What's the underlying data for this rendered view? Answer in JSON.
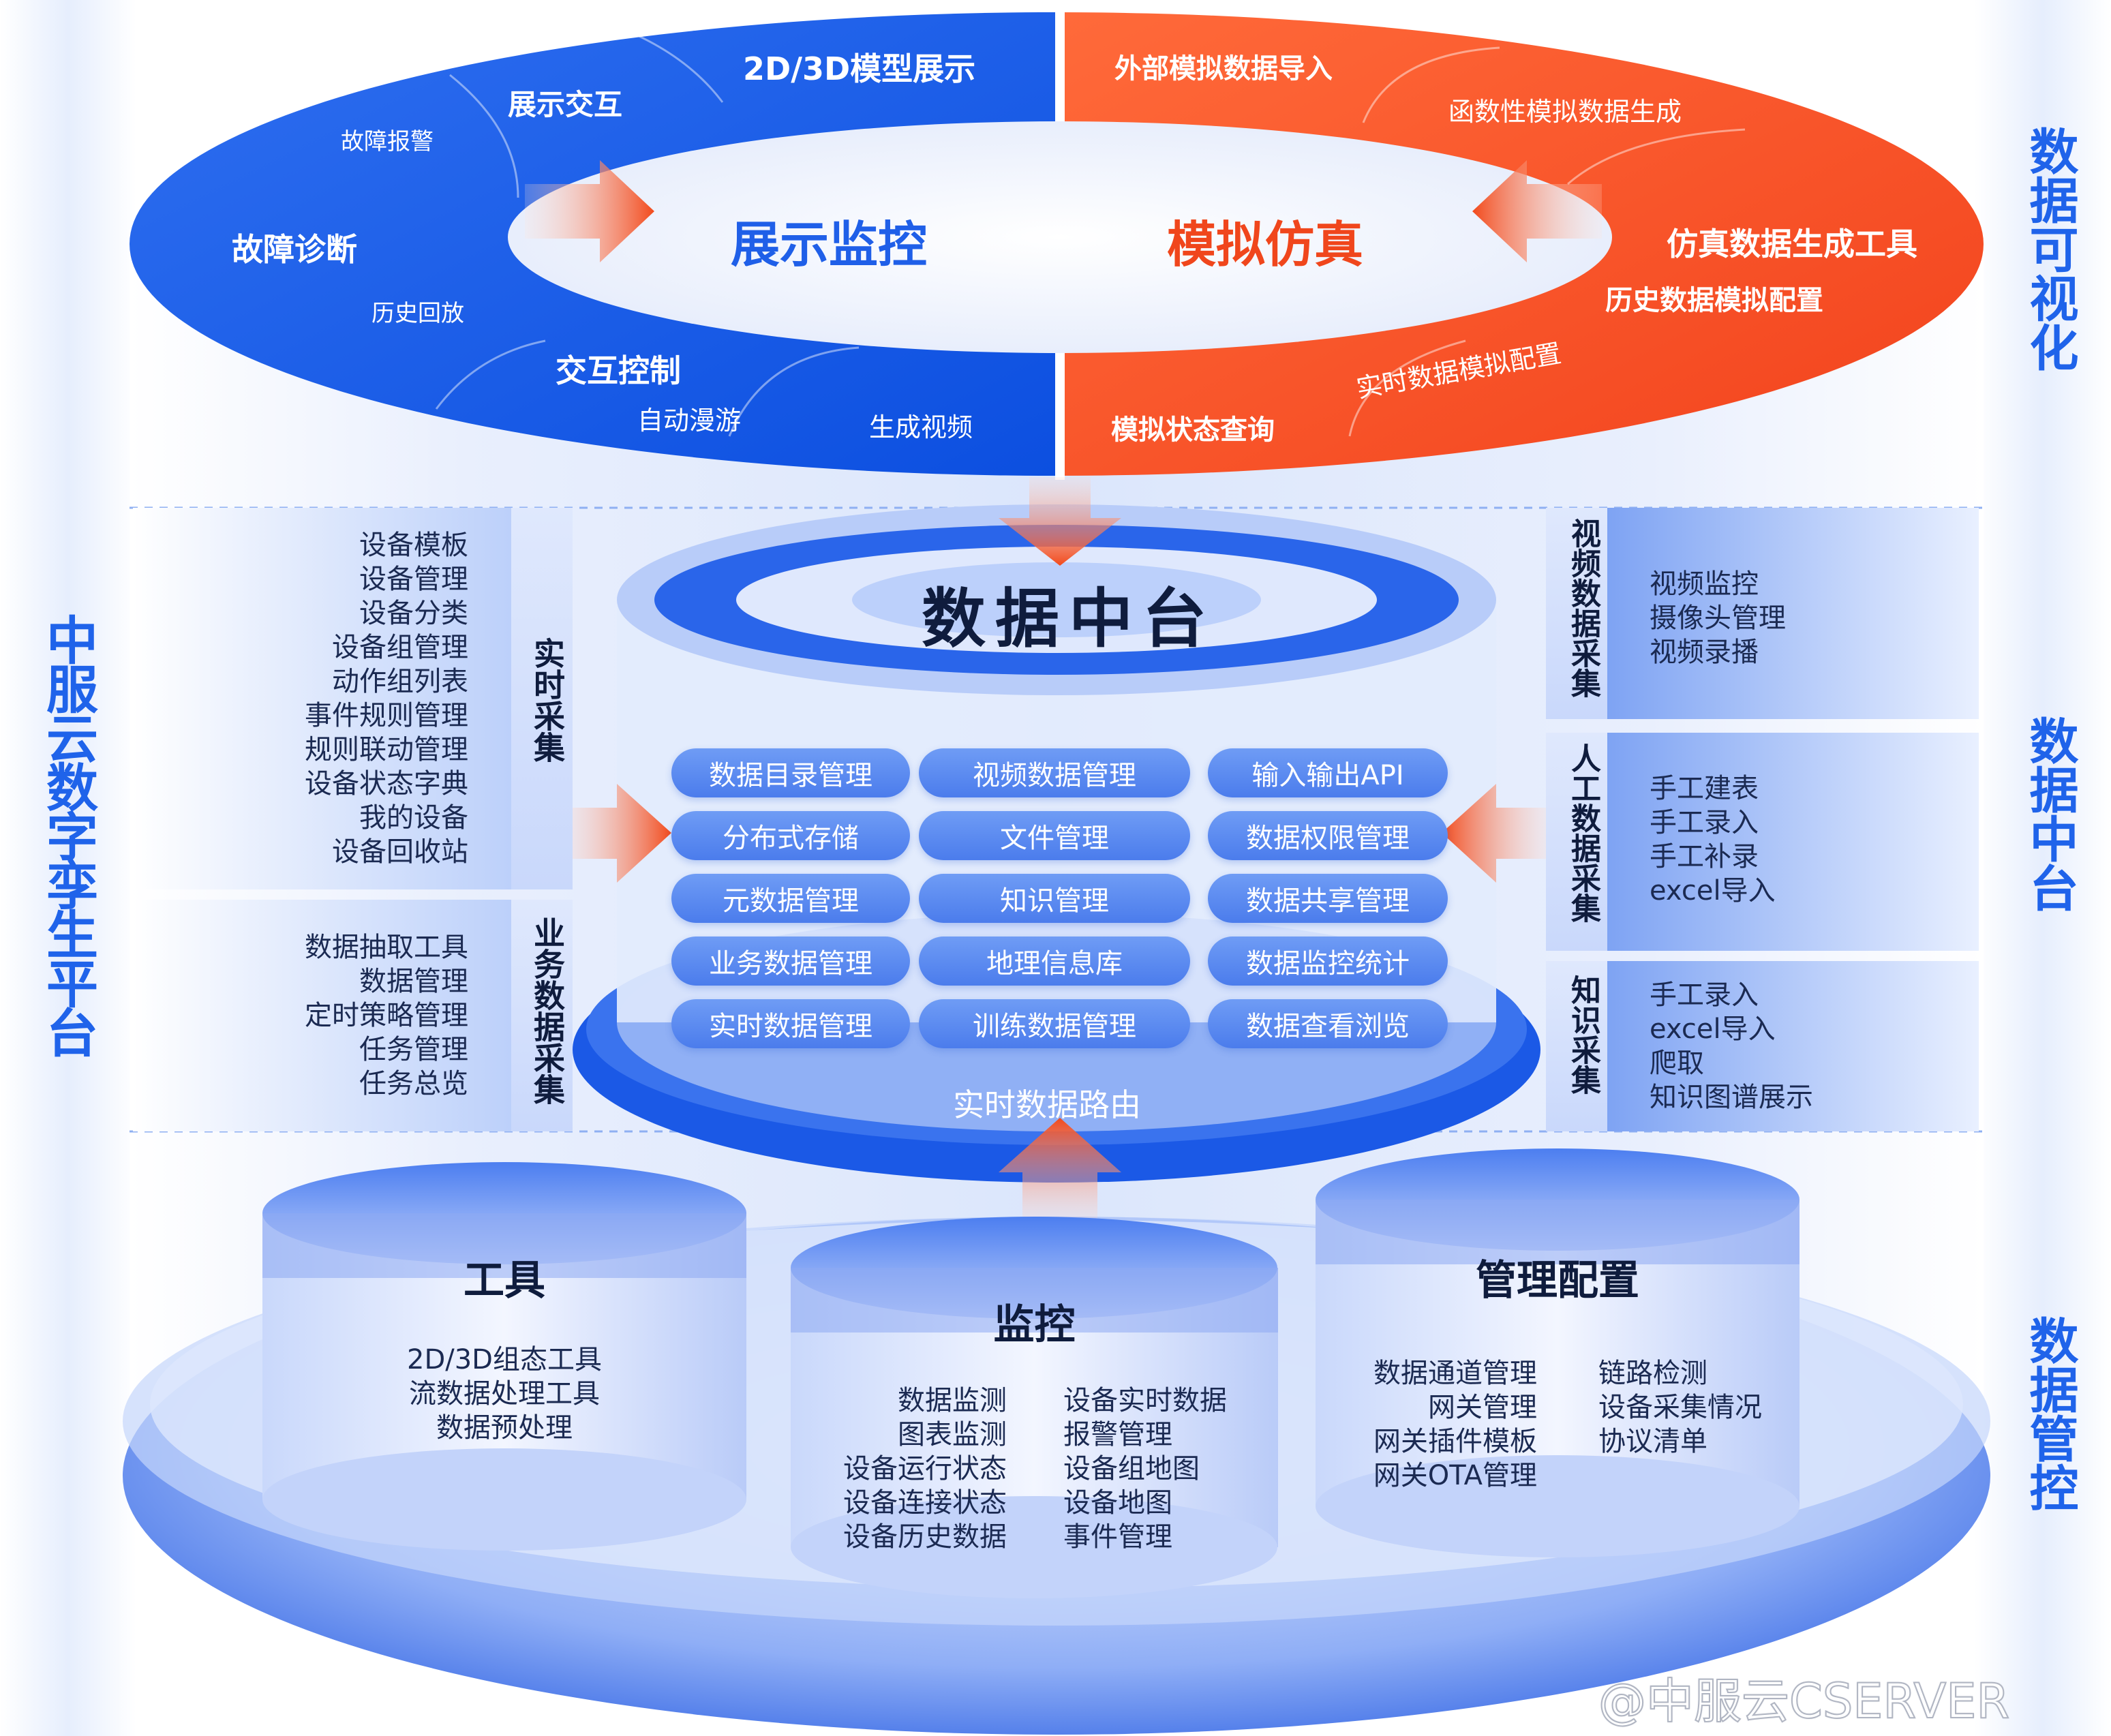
{
  "side_labels": {
    "left": "中服云数字孪生平台",
    "right_top": "数据可视化",
    "right_mid": "数据中台",
    "right_bottom": "数据管控"
  },
  "top": {
    "left_center": "展示监控",
    "right_center": "模拟仿真",
    "left_items": [
      "2D/3D模型展示",
      "展示交互",
      "故障报警",
      "故障诊断",
      "历史回放",
      "交互控制",
      "自动漫游",
      "生成视频"
    ],
    "right_items": [
      "外部模拟数据导入",
      "函数性模拟数据生成",
      "仿真数据生成工具",
      "历史数据模拟配置",
      "实时数据模拟配置",
      "模拟状态查询"
    ]
  },
  "middle": {
    "title": "数据中台",
    "routing": "实时数据路由",
    "pills": [
      [
        "数据目录管理",
        "视频数据管理",
        "输入输出API"
      ],
      [
        "分布式存储",
        "文件管理",
        "数据权限管理"
      ],
      [
        "元数据管理",
        "知识管理",
        "数据共享管理"
      ],
      [
        "业务数据管理",
        "地理信息库",
        "数据监控统计"
      ],
      [
        "实时数据管理",
        "训练数据管理",
        "数据查看浏览"
      ]
    ],
    "left_panels": [
      {
        "label": "实时采集",
        "items": [
          "设备模板",
          "设备管理",
          "设备分类",
          "设备组管理",
          "动作组列表",
          "事件规则管理",
          "规则联动管理",
          "设备状态字典",
          "我的设备",
          "设备回收站"
        ]
      },
      {
        "label": "业务数据采集",
        "items": [
          "数据抽取工具",
          "数据管理",
          "定时策略管理",
          "任务管理",
          "任务总览"
        ]
      }
    ],
    "right_panels": [
      {
        "label": "视频数据采集",
        "items": [
          "视频监控",
          "摄像头管理",
          "视频录播"
        ]
      },
      {
        "label": "人工数据采集",
        "items": [
          "手工建表",
          "手工录入",
          "手工补录",
          "excel导入"
        ]
      },
      {
        "label": "知识采集",
        "items": [
          "手工录入",
          "excel导入",
          "爬取",
          "知识图谱展示"
        ]
      }
    ]
  },
  "bottom": {
    "tools": {
      "title": "工具",
      "items": [
        "2D/3D组态工具",
        "流数据处理工具",
        "数据预处理"
      ]
    },
    "monitor": {
      "title": "监控",
      "left": [
        "数据监测",
        "图表监测",
        "设备运行状态",
        "设备连接状态",
        "设备历史数据"
      ],
      "right": [
        "设备实时数据",
        "报警管理",
        "设备组地图",
        "设备地图",
        "事件管理"
      ]
    },
    "config": {
      "title": "管理配置",
      "left": [
        "数据通道管理",
        "网关管理",
        "网关插件模板",
        "网关OTA管理"
      ],
      "right": [
        "链路检测",
        "设备采集情况",
        "协议清单"
      ]
    }
  },
  "watermark": "@中服云CSERVER"
}
